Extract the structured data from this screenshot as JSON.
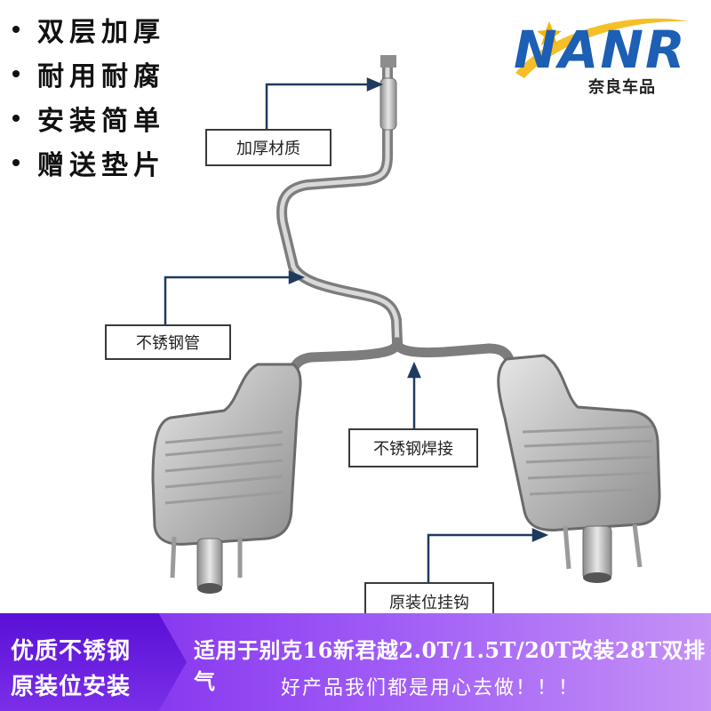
{
  "features": [
    "双层加厚",
    "耐用耐腐",
    "安装简单",
    "赠送垫片"
  ],
  "brand": {
    "name": "NANR",
    "subtitle": "奈良车品",
    "color": "#1c5fb4",
    "accent": "#f4b400"
  },
  "callouts": {
    "material": "加厚材质",
    "pipe": "不锈钢管",
    "weld": "不锈钢焊接",
    "hook": "原装位挂钩"
  },
  "banner": {
    "left_line1": "优质不锈钢",
    "left_line2": "原装位安装",
    "main_text": "适用于别克16新君越2.0T/1.5T/20T改装28T双排气",
    "slogan": "好产品我们都是用心去做！！！"
  }
}
